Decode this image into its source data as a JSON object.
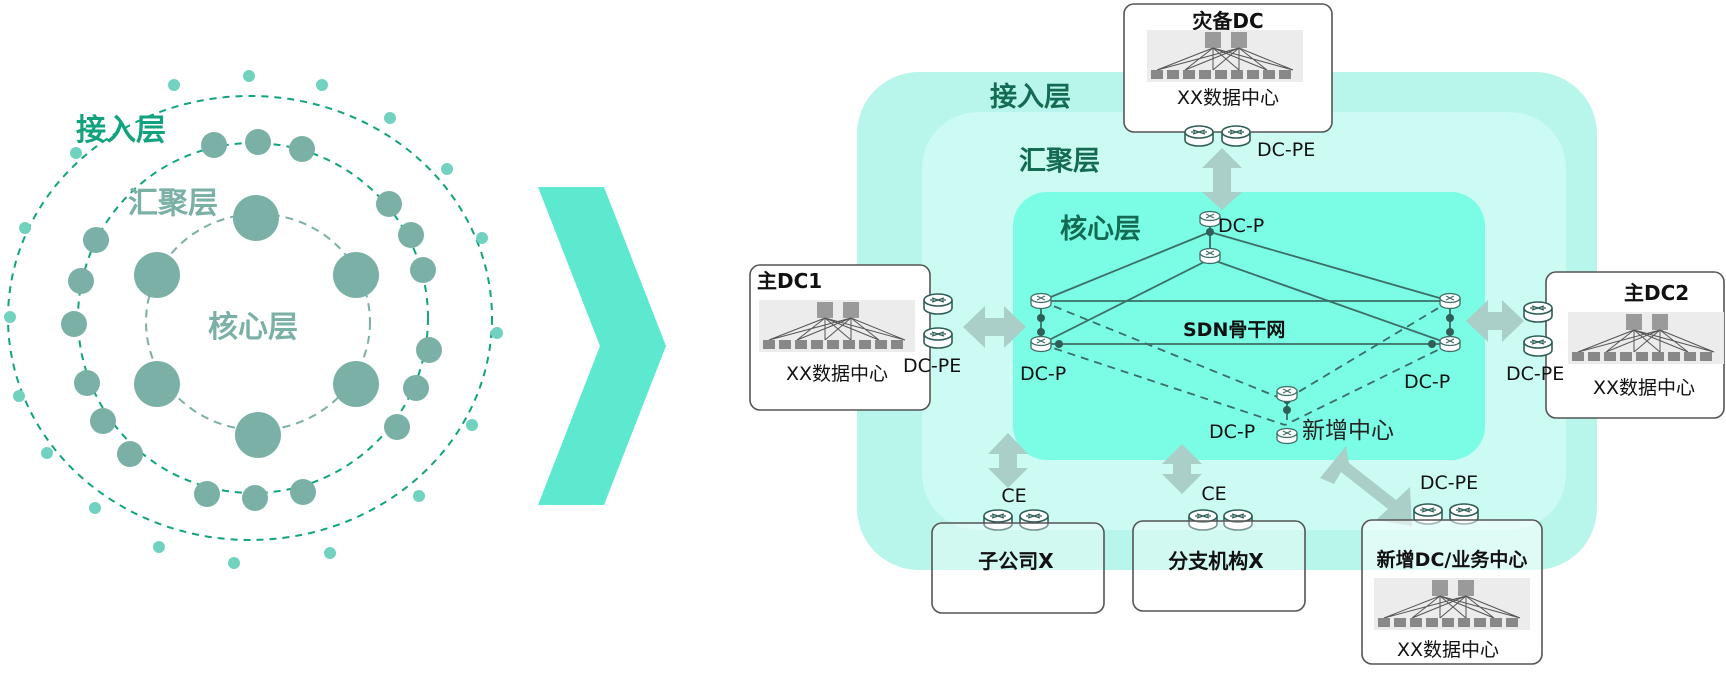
{
  "left_diagram": {
    "access_label": "接入层",
    "aggregation_label": "汇聚层",
    "core_label": "核心层"
  },
  "right_diagram": {
    "access_label": "接入层",
    "aggregation_label": "汇聚层",
    "core_label": "核心层",
    "backbone_label": "SDN骨干网",
    "new_center_label": "新增中心",
    "dc_p_label": "DC-P",
    "dc_pe_label": "DC-PE",
    "ce_label": "CE",
    "datacenter_caption": "XX数据中心",
    "main_dc1": "主DC1",
    "main_dc2": "主DC2",
    "disaster_dc": "灾备DC",
    "subsidiary": "子公司X",
    "branch": "分支机构X",
    "new_dc": "新增DC/业务中心"
  },
  "colors": {
    "teal_text": "#12a37e",
    "dot": "#7bb0a6",
    "dot_light": "#72d2c0",
    "arrow": "#5de8d0",
    "outer_layer": "#b8f5ea",
    "middle_layer": "#cbfbf3",
    "core_layer": "#7bfce4",
    "link_arrow": "#a9cfc8",
    "router": "#3a6e66"
  }
}
